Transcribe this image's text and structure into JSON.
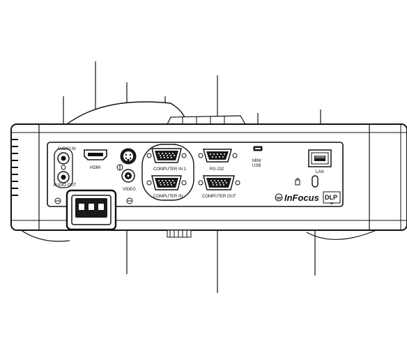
{
  "labels": {
    "audio_in": "AUDIO IN",
    "audio_out": "AUDIO OUT",
    "hdmi": "HDMI",
    "video": "VIDEO",
    "computer_in_1": "COMPUTER IN 1",
    "computer_in_2": "COMPUTER IN",
    "rs232": "RS-232",
    "computer_out": "COMPUTER OUT",
    "mini_usb_line1": "MINI",
    "mini_usb_line2": "USB",
    "lan": "LAN"
  },
  "brand": {
    "logo": "InFocus",
    "dlp": "DLP"
  },
  "colors": {
    "line": "#111111",
    "body_fill": "#ffffff",
    "port_dark": "#1a1a1a"
  }
}
